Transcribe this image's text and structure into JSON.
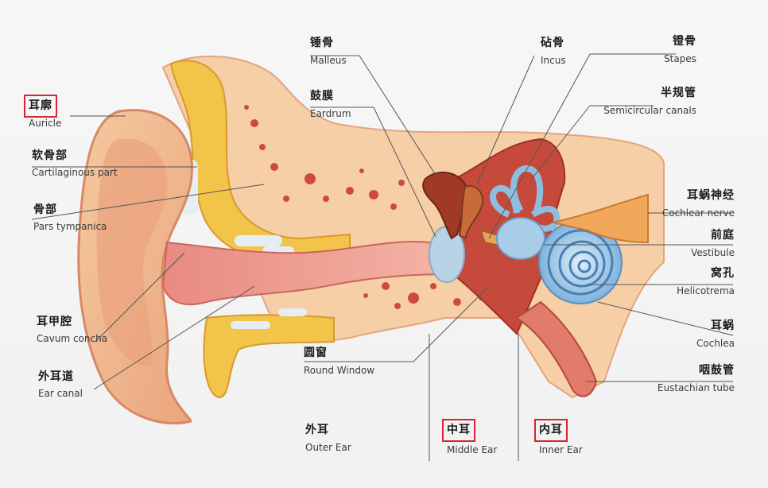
{
  "accent_color": "#d8262d",
  "labels": {
    "auricle": {
      "zh": "耳廓",
      "en": "Auricle"
    },
    "cartilaginous": {
      "zh": "软骨部",
      "en": "Cartilaginous part"
    },
    "pars_tympanica": {
      "zh": "骨部",
      "en": "Pars tympanica"
    },
    "cavum_concha": {
      "zh": "耳甲腔",
      "en": "Cavum concha"
    },
    "ear_canal": {
      "zh": "外耳道",
      "en": "Ear canal"
    },
    "malleus": {
      "zh": "锤骨",
      "en": "Malleus"
    },
    "eardrum": {
      "zh": "鼓膜",
      "en": "Eardrum"
    },
    "incus": {
      "zh": "砧骨",
      "en": "Incus"
    },
    "stapes": {
      "zh": "镫骨",
      "en": "Stapes"
    },
    "semicircular": {
      "zh": "半规管",
      "en": "Semicircular canals"
    },
    "cochlear_nerve": {
      "zh": "耳蜗神经",
      "en": "Cochlear nerve"
    },
    "vestibule": {
      "zh": "前庭",
      "en": "Vestibule"
    },
    "helicotrema": {
      "zh": "窝孔",
      "en": "Helicotrema"
    },
    "cochlea": {
      "zh": "耳蜗",
      "en": "Cochlea"
    },
    "eustachian": {
      "zh": "咽鼓管",
      "en": "Eustachian tube"
    },
    "round_window": {
      "zh": "圆窗",
      "en": "Round Window"
    },
    "outer_ear": {
      "zh": "外耳",
      "en": "Outer Ear"
    },
    "middle_ear": {
      "zh": "中耳",
      "en": "Middle Ear"
    },
    "inner_ear": {
      "zh": "内耳",
      "en": "Inner Ear"
    }
  },
  "highlighted_labels": [
    "auricle",
    "middle_ear",
    "inner_ear"
  ]
}
